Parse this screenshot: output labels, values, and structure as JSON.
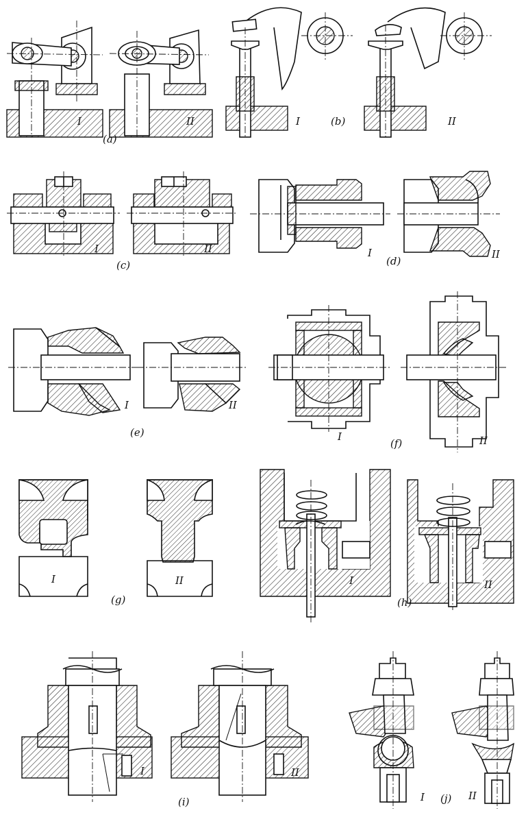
{
  "figure": {
    "panels": [
      {
        "id": "a",
        "label": "(a)",
        "variants": [
          "I",
          "II"
        ]
      },
      {
        "id": "b",
        "label": "(b)",
        "variants": [
          "I",
          "II"
        ]
      },
      {
        "id": "c",
        "label": "(c)",
        "variants": [
          "I",
          "II"
        ]
      },
      {
        "id": "d",
        "label": "(d)",
        "variants": [
          "I",
          "II"
        ]
      },
      {
        "id": "e",
        "label": "(e)",
        "variants": [
          "I",
          "II"
        ]
      },
      {
        "id": "f",
        "label": "(f)",
        "variants": [
          "I",
          "II"
        ]
      },
      {
        "id": "g",
        "label": "(g)",
        "variants": [
          "I",
          "II"
        ]
      },
      {
        "id": "h",
        "label": "(h)",
        "variants": [
          "I",
          "II"
        ]
      },
      {
        "id": "i",
        "label": "(i)",
        "variants": [
          "I",
          "II"
        ]
      },
      {
        "id": "j",
        "label": "(j)",
        "variants": [
          "I",
          "II"
        ]
      }
    ]
  }
}
